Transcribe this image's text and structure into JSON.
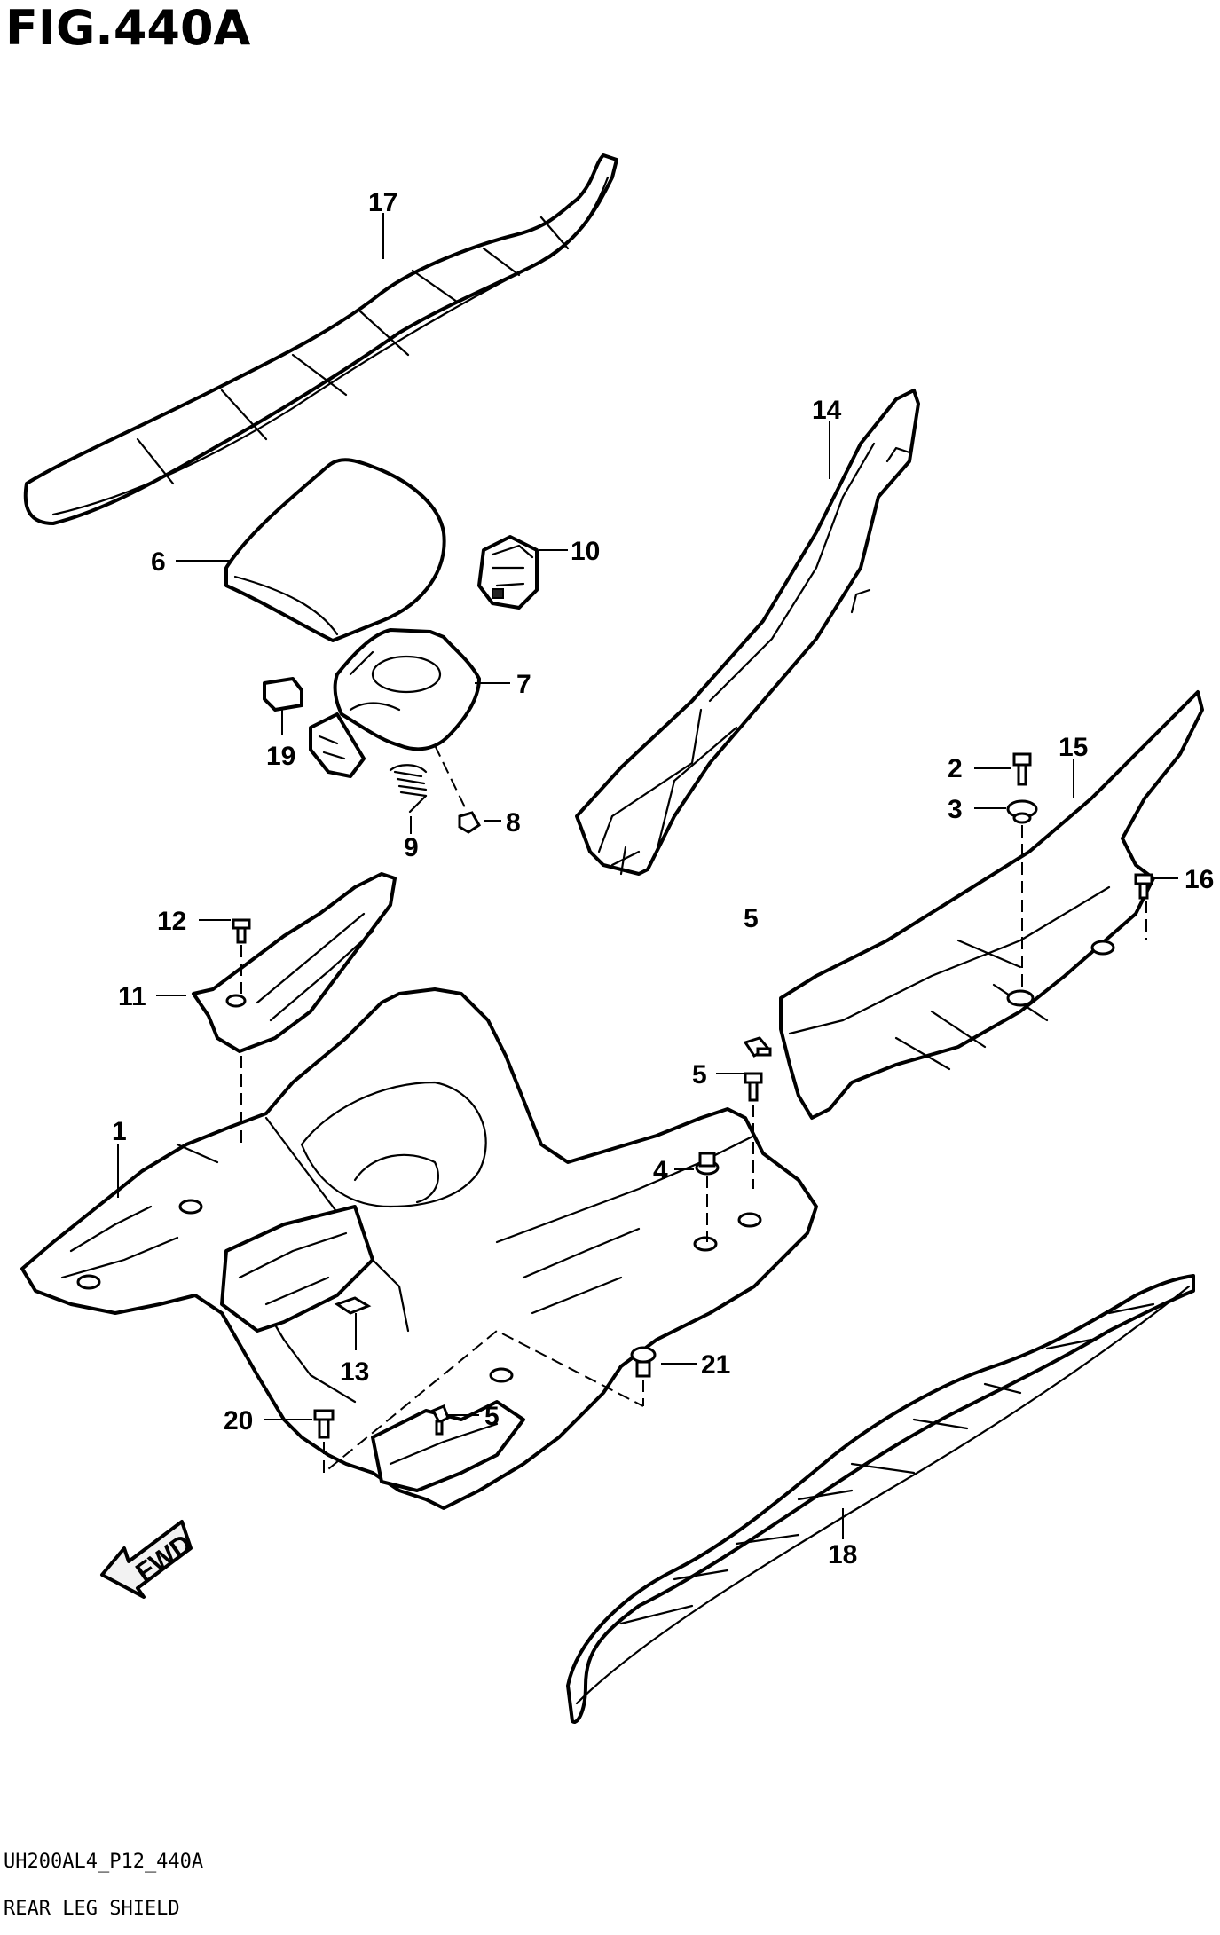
{
  "figure": {
    "title": "FIG.440A",
    "code": "UH200AL4_P12_440A",
    "section": "REAR LEG SHIELD",
    "direction_label": "FWD"
  },
  "callouts": {
    "c1": "1",
    "c2": "2",
    "c3": "3",
    "c4": "4",
    "c5a": "5",
    "c5b": "5",
    "c5c": "5",
    "c6": "6",
    "c7": "7",
    "c8": "8",
    "c9": "9",
    "c10": "10",
    "c11": "11",
    "c12": "12",
    "c13": "13",
    "c14": "14",
    "c15": "15",
    "c16": "16",
    "c17": "17",
    "c18": "18",
    "c19": "19",
    "c20": "20",
    "c21": "21"
  }
}
